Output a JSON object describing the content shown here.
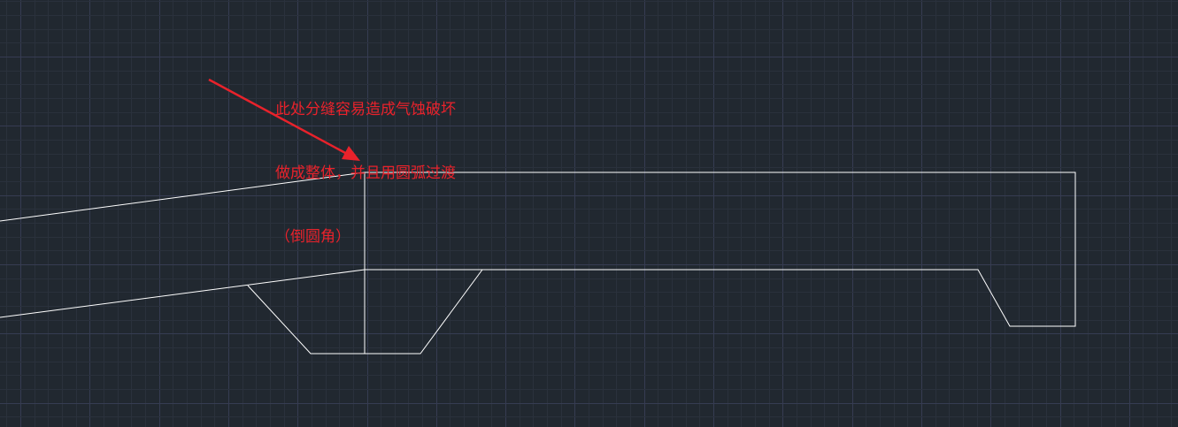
{
  "annotation": {
    "lines": [
      "此处分缝容易造成气蚀破坏",
      "做成整体，并且用圆弧过渡",
      "（倒圆角）"
    ]
  },
  "colors": {
    "background": "#212830",
    "grid_minor": "#2a313c",
    "grid_major": "#363c52",
    "geometry": "#ffffff",
    "annotation": "#e8222b"
  }
}
